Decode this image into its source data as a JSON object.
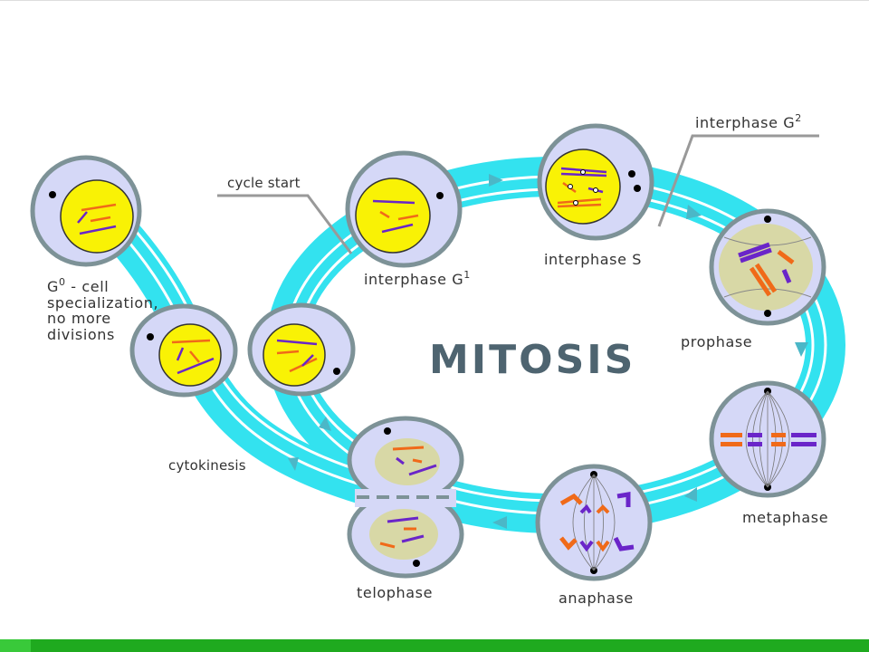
{
  "title": "MITOSIS",
  "labels": {
    "g0_super": "0",
    "g0_rest": " - cell specialization, no more divisions",
    "g0_letter": "G",
    "cycle_start": "cycle start",
    "interphase_g1": "interphase G",
    "interphase_g1_sup": "1",
    "interphase_s": "interphase S",
    "interphase_g2": "interphase G",
    "interphase_g2_sup": "2",
    "prophase": "prophase",
    "metaphase": "metaphase",
    "anaphase": "anaphase",
    "telophase": "telophase",
    "cytokinesis": "cytokinesis"
  },
  "colors": {
    "ring": "#33e2ef",
    "ring_line": "#ffffff",
    "cell_fill": "#d5d8f7",
    "cell_stroke": "#7d9297",
    "nucleus_yellow": "#f9f205",
    "nucleus_beige": "#d8d8a6",
    "chrom_purple": "#6a25c9",
    "chrom_orange": "#f06a19",
    "arrow": "#4bb7c7",
    "title": "#4e6470",
    "footer_green": "#1faa1f"
  }
}
